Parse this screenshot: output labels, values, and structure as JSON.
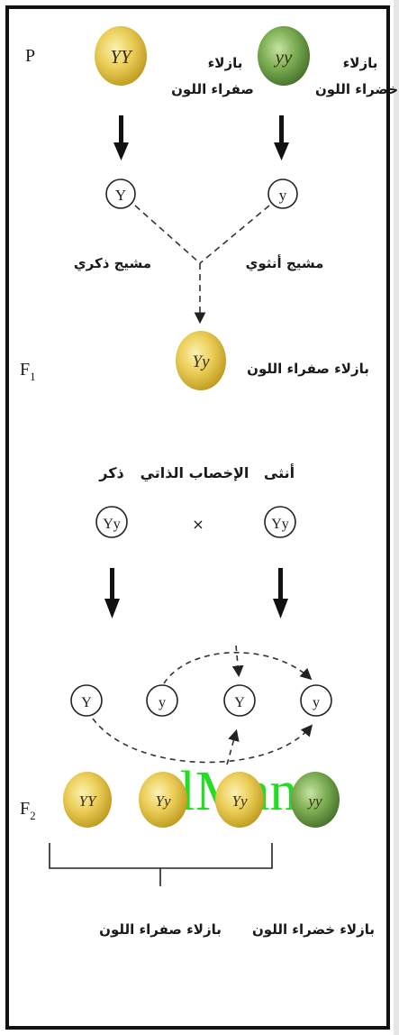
{
  "generations": {
    "p": "P",
    "f1": "F",
    "f1_sub": "1",
    "f2": "F",
    "f2_sub": "2"
  },
  "parents": {
    "yellow": {
      "genotype": "YY",
      "label_line1": "بازلاء",
      "label_line2": "صفراء اللون",
      "color": "#e5c84a"
    },
    "green": {
      "genotype": "yy",
      "label_line1": "بازلاء",
      "label_line2": "خضراء اللون",
      "color": "#6fa24a"
    }
  },
  "gametes": {
    "male": "Y",
    "female": "y",
    "male_label": "مشيج ذكري",
    "female_label": "مشيج أنثوي"
  },
  "f1": {
    "genotype": "Yy",
    "label": "بازلاء صفراء اللون"
  },
  "self_fertilization": {
    "male_label": "ذكر",
    "middle_label": "الإخصاب الذاتي",
    "female_label": "أنثى",
    "male_genotype": "Yy",
    "female_genotype": "Yy",
    "cross_symbol": "×"
  },
  "f2_gametes": [
    "Y",
    "y",
    "Y",
    "y"
  ],
  "f2_peas": [
    "YY",
    "Yy",
    "Yy",
    "yy"
  ],
  "phenotypes": {
    "yellow": "بازلاء صفراء اللون",
    "green": "بازلاء خضراء اللون"
  },
  "watermark": "alMana",
  "colors": {
    "yellow": "#e5c84a",
    "green": "#6fa24a",
    "watermark": "#22dd22"
  }
}
